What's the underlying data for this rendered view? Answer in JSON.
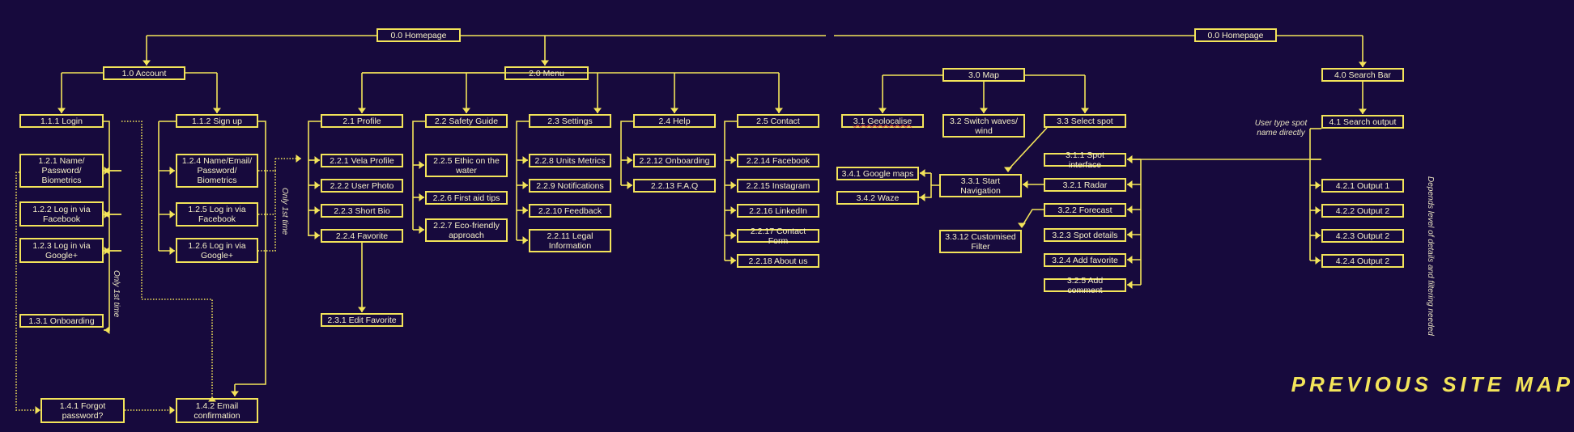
{
  "nodes": {
    "home_left": "0.0 Homepage",
    "account": "1.0 Account",
    "login": "1.1.1 Login",
    "signup": "1.1.2 Sign up",
    "n121": "1.2.1 Name/ Password/ Biometrics",
    "n122": "1.2.2 Log in via Facebook",
    "n123": "1.2.3 Log in via Google+",
    "n124": "1.2.4 Name/Email/ Password/ Biometrics",
    "n125": "1.2.5 Log in via Facebook",
    "n126": "1.2.6 Log in via Google+",
    "onboarding": "1.3.1 Onboarding",
    "forgot": "1.4.1 Forgot password?",
    "email_confirm": "1.4.2 Email confirmation",
    "menu": "2.0 Menu",
    "profile": "2.1 Profile",
    "safety": "2.2 Safety Guide",
    "settings": "2.3 Settings",
    "help": "2.4 Help",
    "contact": "2.5 Contact",
    "vela_profile": "2.2.1 Vela Profile",
    "user_photo": "2.2.2 User Photo",
    "short_bio": "2.2.3 Short Bio",
    "favorite": "2.2.4 Favorite",
    "edit_favorite": "2.3.1 Edit Favorite",
    "ethic": "2.2.5 Ethic on the water",
    "first_aid": "2.2.6 First aid tips",
    "eco": "2.2.7 Eco-friendly approach",
    "units": "2.2.8 Units Metrics",
    "notifications": "2.2.9 Notifications",
    "feedback": "2.2.10 Feedback",
    "legal": "2.2.11 Legal Information",
    "onboarding2": "2.2.12 Onboarding",
    "faq": "2.2.13 F.A.Q",
    "facebook": "2.2.14 Facebook",
    "instagram": "2.2.15 Instagram",
    "linkedin": "2.2.16 LinkedIn",
    "contact_form": "2.2.17 Contact Form",
    "about": "2.2.18 About us",
    "home_right": "0.0 Homepage",
    "map": "3.0 Map",
    "geolocalise": "3.1 Geolocalise",
    "switch": "3.2 Switch waves/ wind",
    "select_spot": "3.3 Select spot",
    "google_maps": "3.4.1 Google maps",
    "waze": "3.4.2 Waze",
    "start_nav": "3.3.1 Start Navigation",
    "customised": "3.3.12 Customised Filter",
    "spot_interface": "3.1.1 Spot interface",
    "radar": "3.2.1 Radar",
    "forecast": "3.2.2 Forecast",
    "spot_details": "3.2.3 Spot details",
    "add_favorite": "3.2.4 Add favorite",
    "add_comment": "3.2.5 Add comment",
    "search_bar": "4.0 Search Bar",
    "search_output": "4.1 Search output",
    "out1": "4.2.1 Output 1",
    "out2": "4.2.2 Output 2",
    "out3": "4.2.3 Output 2",
    "out4": "4.2.4 Output 2"
  },
  "notes": {
    "only_first_1": "Only 1st time",
    "only_first_2": "Only 1st time",
    "user_type": "User type spot name directly",
    "depends": "Depends level of details and filtering needed"
  },
  "title": "PREVIOUS SITE MAP",
  "colors": {
    "background": "#170a3d",
    "line": "#f3e45a",
    "text": "#f6f0c8"
  }
}
